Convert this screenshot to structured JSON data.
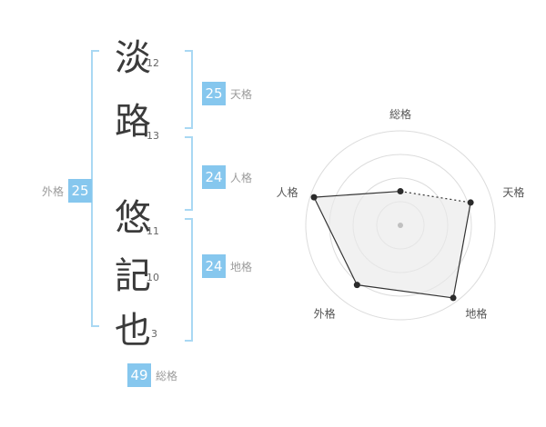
{
  "colors": {
    "accent_blue": "#86c7ee",
    "bracket_blue": "#a9d8f3",
    "label_gray": "#9b9b9b",
    "char_color": "#3b3b3b",
    "chart_grid": "#dcdcdc",
    "chart_line": "#333333",
    "chart_fill": "#e9e9e9",
    "chart_label": "#555555"
  },
  "name": {
    "chars": [
      {
        "char": "淡",
        "strokes": "12"
      },
      {
        "char": "路",
        "strokes": "13"
      },
      {
        "char": "悠",
        "strokes": "11"
      },
      {
        "char": "記",
        "strokes": "10"
      },
      {
        "char": "也",
        "strokes": "3"
      }
    ]
  },
  "badges": {
    "tenkaku": {
      "value": "25",
      "label": "天格"
    },
    "jinkaku": {
      "value": "24",
      "label": "人格"
    },
    "chikaku": {
      "value": "24",
      "label": "地格"
    },
    "gaikaku": {
      "value": "25",
      "label": "外格"
    },
    "soukaku": {
      "value": "49",
      "label": "総格"
    }
  },
  "chart_data": {
    "type": "radar",
    "title": "",
    "categories": [
      "総格",
      "天格",
      "地格",
      "外格",
      "人格"
    ],
    "values": [
      36,
      78,
      95,
      78,
      96
    ],
    "max": 100,
    "grid_rings": 4,
    "grid_shape": "circle",
    "legend": "none",
    "dashed_segments": [
      [
        0,
        1
      ]
    ]
  }
}
